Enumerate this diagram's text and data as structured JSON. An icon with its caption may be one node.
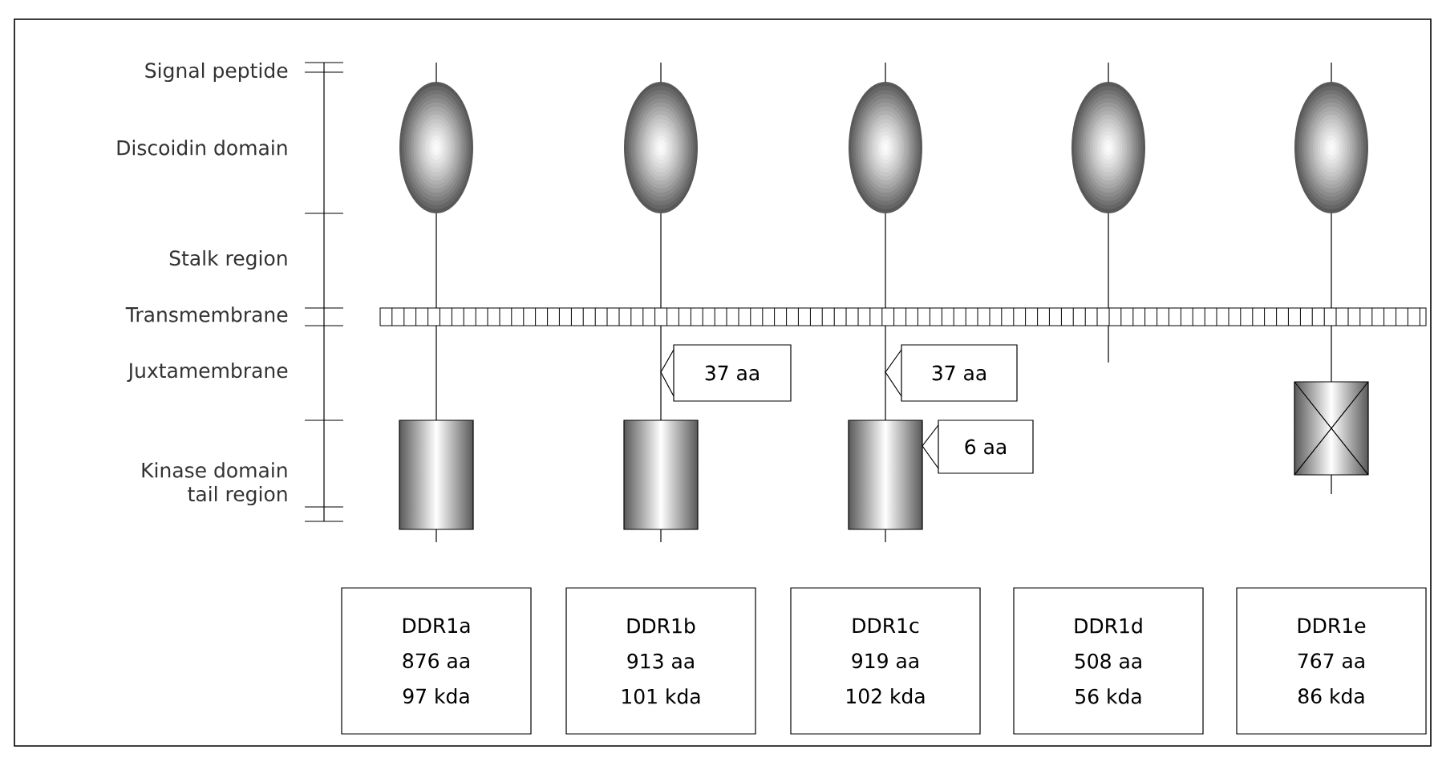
{
  "diagram": {
    "nodes": [
      {
        "text": [
          "37 aa"
        ]
      },
      {
        "text": [
          "37 aa"
        ]
      },
      {
        "text": [
          "6 aa"
        ]
      },
      {
        "text": [
          "DDR1a",
          "876 aa",
          "97 kda"
        ]
      },
      {
        "text": [
          "DDR1b",
          "913 aa",
          "101 kda"
        ]
      },
      {
        "text": [
          "DDR1c",
          "919 aa",
          "102 kda"
        ]
      },
      {
        "text": [
          "DDR1d",
          "508 aa",
          "56 kda"
        ]
      },
      {
        "text": [
          "DDR1e",
          "767 aa",
          "86 kda"
        ]
      }
    ],
    "labels": [
      "Signal peptide",
      "Discoidin domain",
      "Stalk region",
      "Transmembrane",
      "Juxtamembrane",
      "Kinase domain",
      "tail region"
    ]
  }
}
